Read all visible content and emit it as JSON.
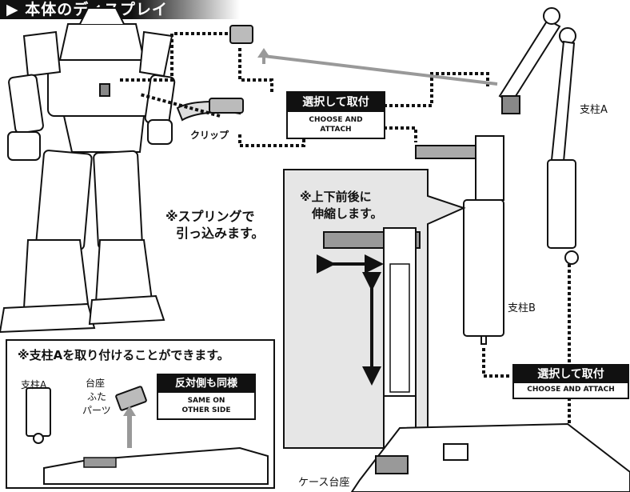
{
  "header": {
    "title": "▶ 本体のディスプレイ"
  },
  "labels": {
    "clip": "クリップ",
    "spring_line1": "※スプリングで",
    "spring_line2": "引っ込みます。",
    "pillar_a": "支柱A",
    "pillar_b": "支柱B",
    "extend_line1": "※上下前後に",
    "extend_line2": "伸縮します。",
    "attach_note": "※支柱Aを取り付けることができます。",
    "pillar_a_small": "支柱A",
    "base_cover_line1": "台座",
    "base_cover_line2": "ふた",
    "base_cover_line3": "パーツ",
    "case_base": "ケース台座"
  },
  "choose_box_1": {
    "title": "選択して取付",
    "subtitle_line1": "CHOOSE AND",
    "subtitle_line2": "ATTACH"
  },
  "choose_box_2": {
    "title": "選択して取付",
    "subtitle": "CHOOSE AND ATTACH"
  },
  "same_side_box": {
    "title": "反対側も同様",
    "subtitle_line1": "SAME ON",
    "subtitle_line2": "OTHER SIDE"
  }
}
